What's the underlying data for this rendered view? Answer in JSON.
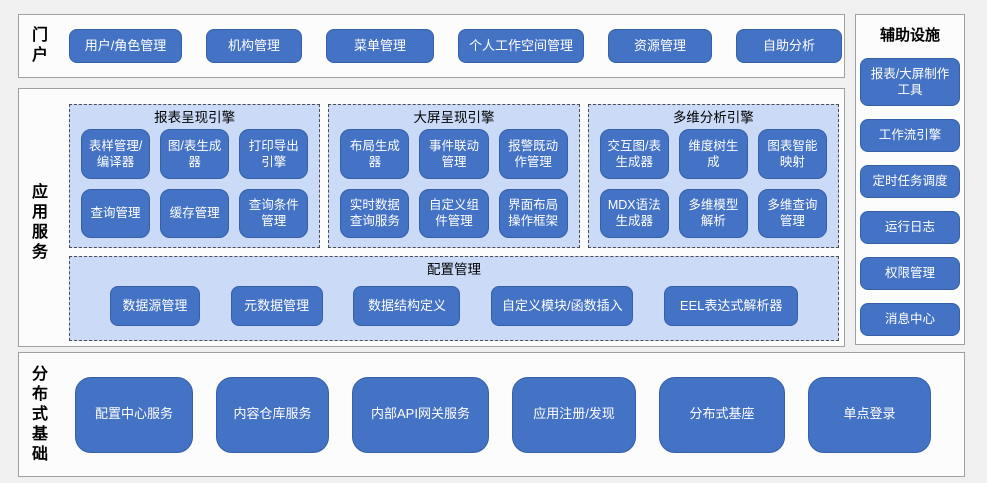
{
  "colors": {
    "node_blue": "#4472c4",
    "node_border": "#3560a6",
    "panel_blue": "#cbdaf7",
    "panel_border_dashed": "#4d4d4d",
    "section_background": "#fcfcfc",
    "section_border": "#a0a0a0",
    "page_background": "#f0f0f0",
    "node_text": "#ffffff",
    "label_text": "#000000"
  },
  "portal": {
    "label": "门户",
    "buttons": [
      "用户/角色管理",
      "机构管理",
      "菜单管理",
      "个人工作空间管理",
      "资源管理",
      "自助分析"
    ]
  },
  "app": {
    "label": "应用服务",
    "engines": [
      {
        "title": "报表呈现引擎",
        "buttons": [
          "表样管理/编译器",
          "图/表生成器",
          "打印导出引擎",
          "查询管理",
          "缓存管理",
          "查询条件管理"
        ]
      },
      {
        "title": "大屏呈现引擎",
        "buttons": [
          "布局生成器",
          "事件联动管理",
          "报警既动作管理",
          "实时数据查询服务",
          "自定义组件管理",
          "界面布局操作框架"
        ]
      },
      {
        "title": "多维分析引擎",
        "buttons": [
          "交互图/表生成器",
          "维度树生成",
          "图表智能映射",
          "MDX语法生成器",
          "多维模型解析",
          "多维查询管理"
        ]
      }
    ],
    "config": {
      "title": "配置管理",
      "buttons": [
        "数据源管理",
        "元数据管理",
        "数据结构定义",
        "自定义模块/函数插入",
        "EEL表达式解析器"
      ]
    }
  },
  "distributed": {
    "label": "分布式基础",
    "buttons": [
      "配置中心服务",
      "内容仓库服务",
      "内部API网关服务",
      "应用注册/发现",
      "分布式基座",
      "单点登录"
    ]
  },
  "auxiliary": {
    "title": "辅助设施",
    "buttons": [
      "报表/大屏制作工具",
      "工作流引擎",
      "定时任务调度",
      "运行日志",
      "权限管理",
      "消息中心"
    ]
  }
}
